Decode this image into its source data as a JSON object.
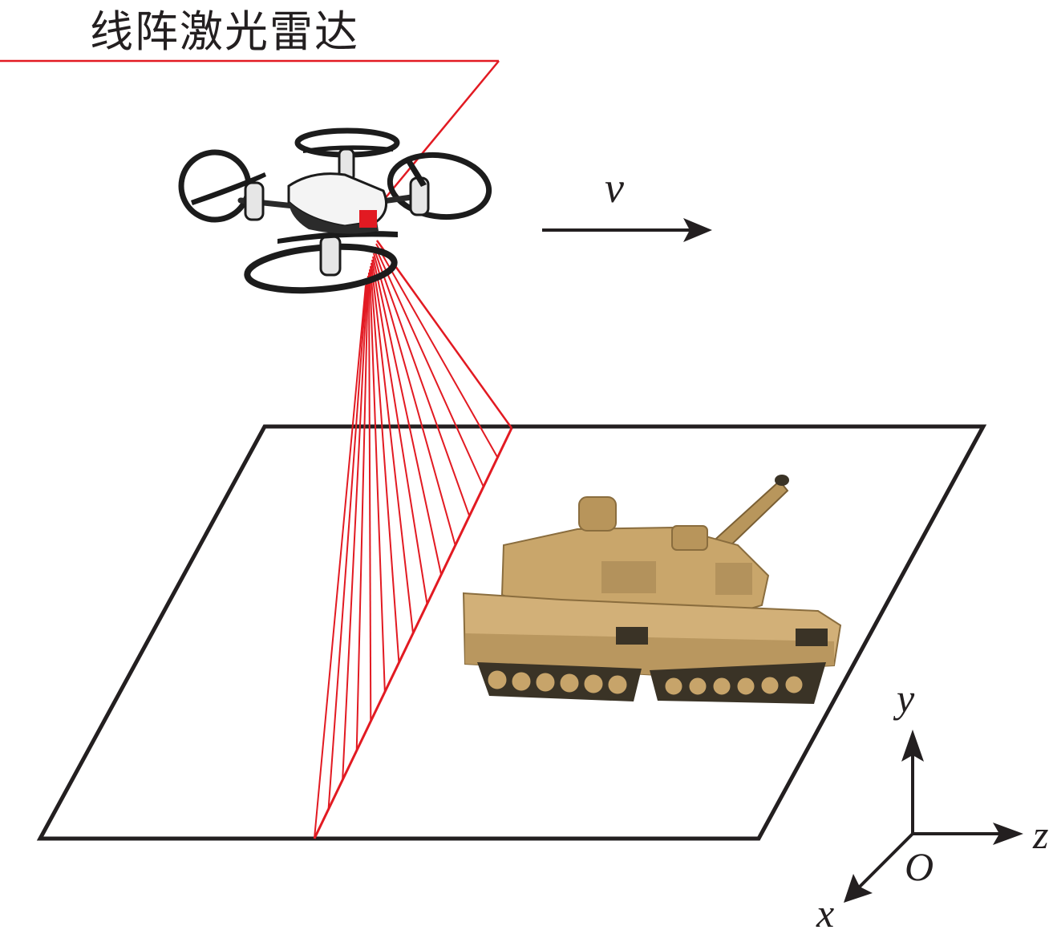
{
  "figure": {
    "title": "线阵激光雷达",
    "velocity_label": "v"
  },
  "axes": {
    "y_label": "y",
    "z_label": "z",
    "x_label": "x",
    "origin_label": "O"
  },
  "laser": {
    "beam_count": 14
  },
  "colors": {
    "laser": "#e21a22",
    "ink": "#231f20",
    "drone_body": "#f2f2f2",
    "drone_frame": "#1c1c1c",
    "tank_body": "#c9a66b",
    "tank_shadow": "#8a6d3e",
    "tank_track": "#3a3326"
  },
  "icons": {
    "drone": "quadcopter-drone-icon",
    "tank": "battle-tank-icon"
  }
}
